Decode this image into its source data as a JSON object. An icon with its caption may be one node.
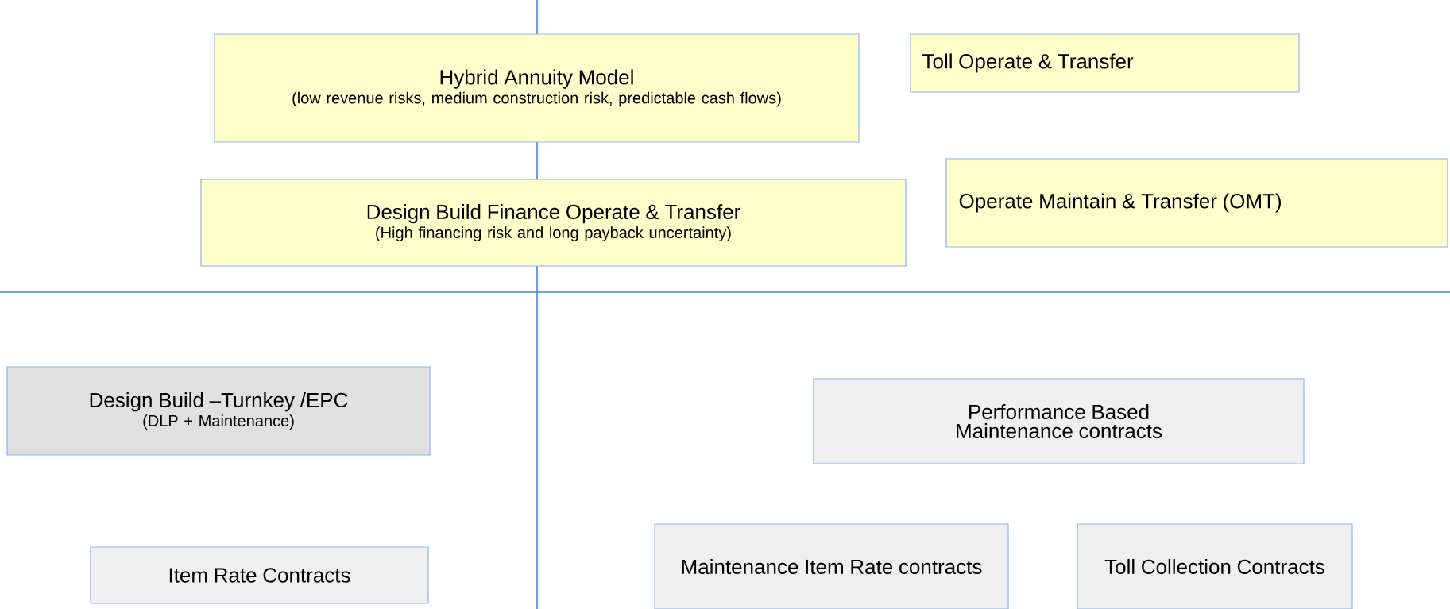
{
  "diagram": {
    "nodes": [
      {
        "text": [
          "Hybrid Annuity Model",
          "(low revenue risks, medium construction risk, predictable cash flows)"
        ]
      },
      {
        "text": [
          "Toll Operate & Transfer"
        ]
      },
      {
        "text": [
          "Design Build Finance Operate & Transfer",
          "(High financing risk and long payback uncertainty)"
        ]
      },
      {
        "text": [
          "Operate Maintain & Transfer (OMT)"
        ]
      },
      {
        "text": [
          "Design Build –Turnkey /EPC",
          "(DLP + Maintenance)"
        ]
      },
      {
        "text": [
          "Performance Based Maintenance contracts"
        ]
      },
      {
        "text": [
          "Item Rate Contracts"
        ]
      },
      {
        "text": [
          "Maintenance Item Rate contracts"
        ]
      },
      {
        "text": [
          "Toll Collection Contracts"
        ]
      }
    ]
  }
}
